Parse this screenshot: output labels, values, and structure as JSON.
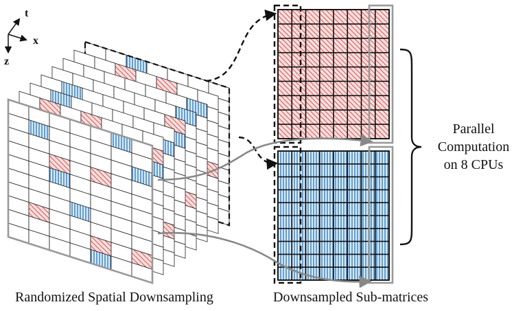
{
  "axes": {
    "t": "t",
    "x": "x",
    "z": "z"
  },
  "right_label": {
    "line1": "Parallel",
    "line2": "Computation",
    "line3": "on 8 CPUs"
  },
  "captions": {
    "left": "Randomized Spatial Downsampling",
    "right": "Downsampled Sub-matrices"
  },
  "colors": {
    "red_hatch": "#d9534f",
    "red_fill": "#f6dada",
    "blue_hatch": "#2f7fc1",
    "blue_fill": "#dbeaf7",
    "gray_frame": "#999999",
    "dashed": "#111111"
  },
  "icons": [
    "axis-triad-icon",
    "right-brace-icon"
  ]
}
